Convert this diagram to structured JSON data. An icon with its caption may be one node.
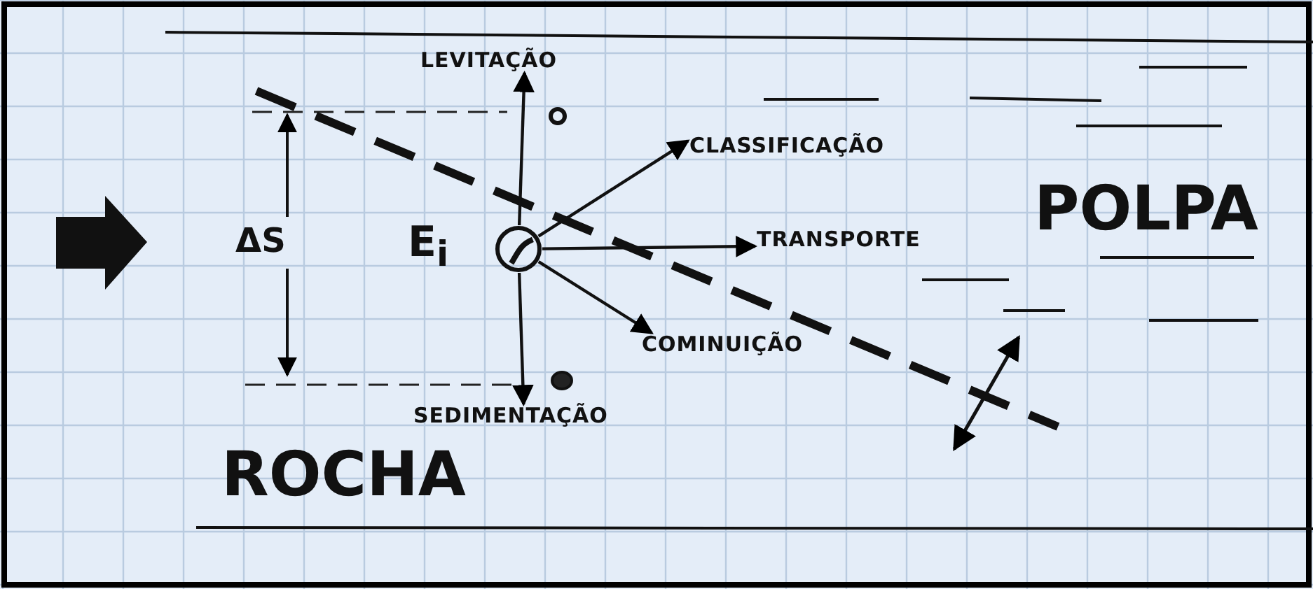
{
  "diagram": {
    "nodes": [
      {
        "text": [],
        "shape": "circle",
        "beside": [
          "E$_{i}$"
        ]
      },
      {
        "text": [
          "LEVITAÇÃO"
        ]
      },
      {
        "text": [
          "CLASSIFICAÇÃO"
        ]
      },
      {
        "text": [
          "TRANSPORTE"
        ]
      },
      {
        "text": [
          "COMINUIÇÃO"
        ]
      },
      {
        "text": [
          "SEDIMENTAÇÃO"
        ]
      }
    ],
    "edges": [
      {
        "from": 0,
        "to": 1,
        "arrow": "to"
      },
      {
        "from": 0,
        "to": 2,
        "arrow": "to"
      },
      {
        "from": 0,
        "to": 3,
        "arrow": "to"
      },
      {
        "from": 0,
        "to": 4,
        "arrow": "to"
      },
      {
        "from": 0,
        "to": 5,
        "arrow": "to"
      }
    ],
    "labels": [
      "ΔS",
      "POLPA",
      "ROCHA"
    ]
  }
}
